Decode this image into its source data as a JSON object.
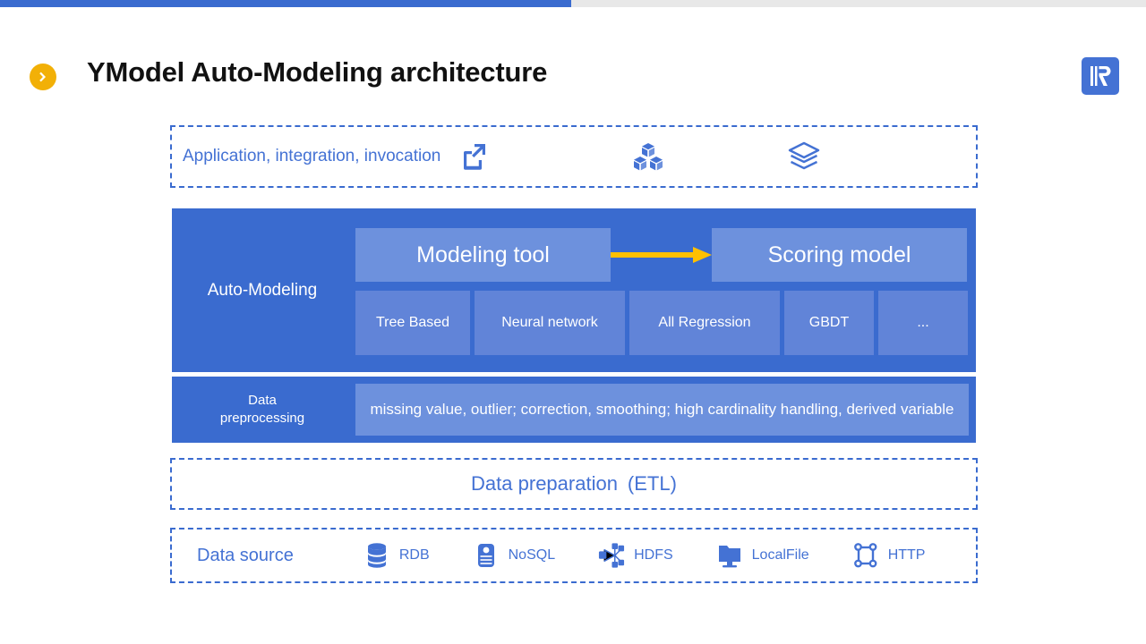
{
  "topbar": {
    "progress_percent": 50,
    "fill_color": "#3a6bcf",
    "track_color": "#e8e8e8"
  },
  "header": {
    "bullet_icon": "chevron-right-circle-icon",
    "title": "YModel Auto-Modeling architecture",
    "logo_icon": "brand-logo-r-icon",
    "title_color": "#111111",
    "accent_color": "#f2b007"
  },
  "diagram": {
    "application_layer": {
      "label": "Application, integration, invocation",
      "icons": [
        "share-export-icon",
        "boxes-packages-icon",
        "layers-stack-icon"
      ]
    },
    "flow_arrows": {
      "up_arrow": "arrow-up-icon",
      "right_arrow": "arrow-right-icon",
      "arrow_color": "#ffc000"
    },
    "auto_modeling": {
      "label": "Auto-Modeling",
      "modeling_tool": "Modeling tool",
      "scoring_model": "Scoring model",
      "algorithms": [
        "Tree Based",
        "Neural network",
        "All Regression",
        "GBDT",
        "..."
      ],
      "panel_color": "#3a6bcf",
      "box_color": "#6d91dd",
      "algo_color": "#6184d8"
    },
    "data_preprocessing": {
      "label_line1": "Data",
      "label_line2": "preprocessing",
      "body": "missing value, outlier; correction, smoothing; high cardinality handling, derived variable"
    },
    "data_preparation": {
      "label": "Data preparation (ETL)"
    },
    "data_source": {
      "label": "Data source",
      "items": [
        {
          "name": "RDB",
          "icon": "database-cylinder-icon"
        },
        {
          "name": "NoSQL",
          "icon": "nosql-document-icon"
        },
        {
          "name": "HDFS",
          "icon": "hdfs-cluster-icon"
        },
        {
          "name": "LocalFile",
          "icon": "folder-monitor-icon"
        },
        {
          "name": "HTTP",
          "icon": "network-nodes-icon"
        }
      ]
    },
    "dashed_border_color": "#3a6bcf",
    "text_blue": "#4472d4"
  }
}
